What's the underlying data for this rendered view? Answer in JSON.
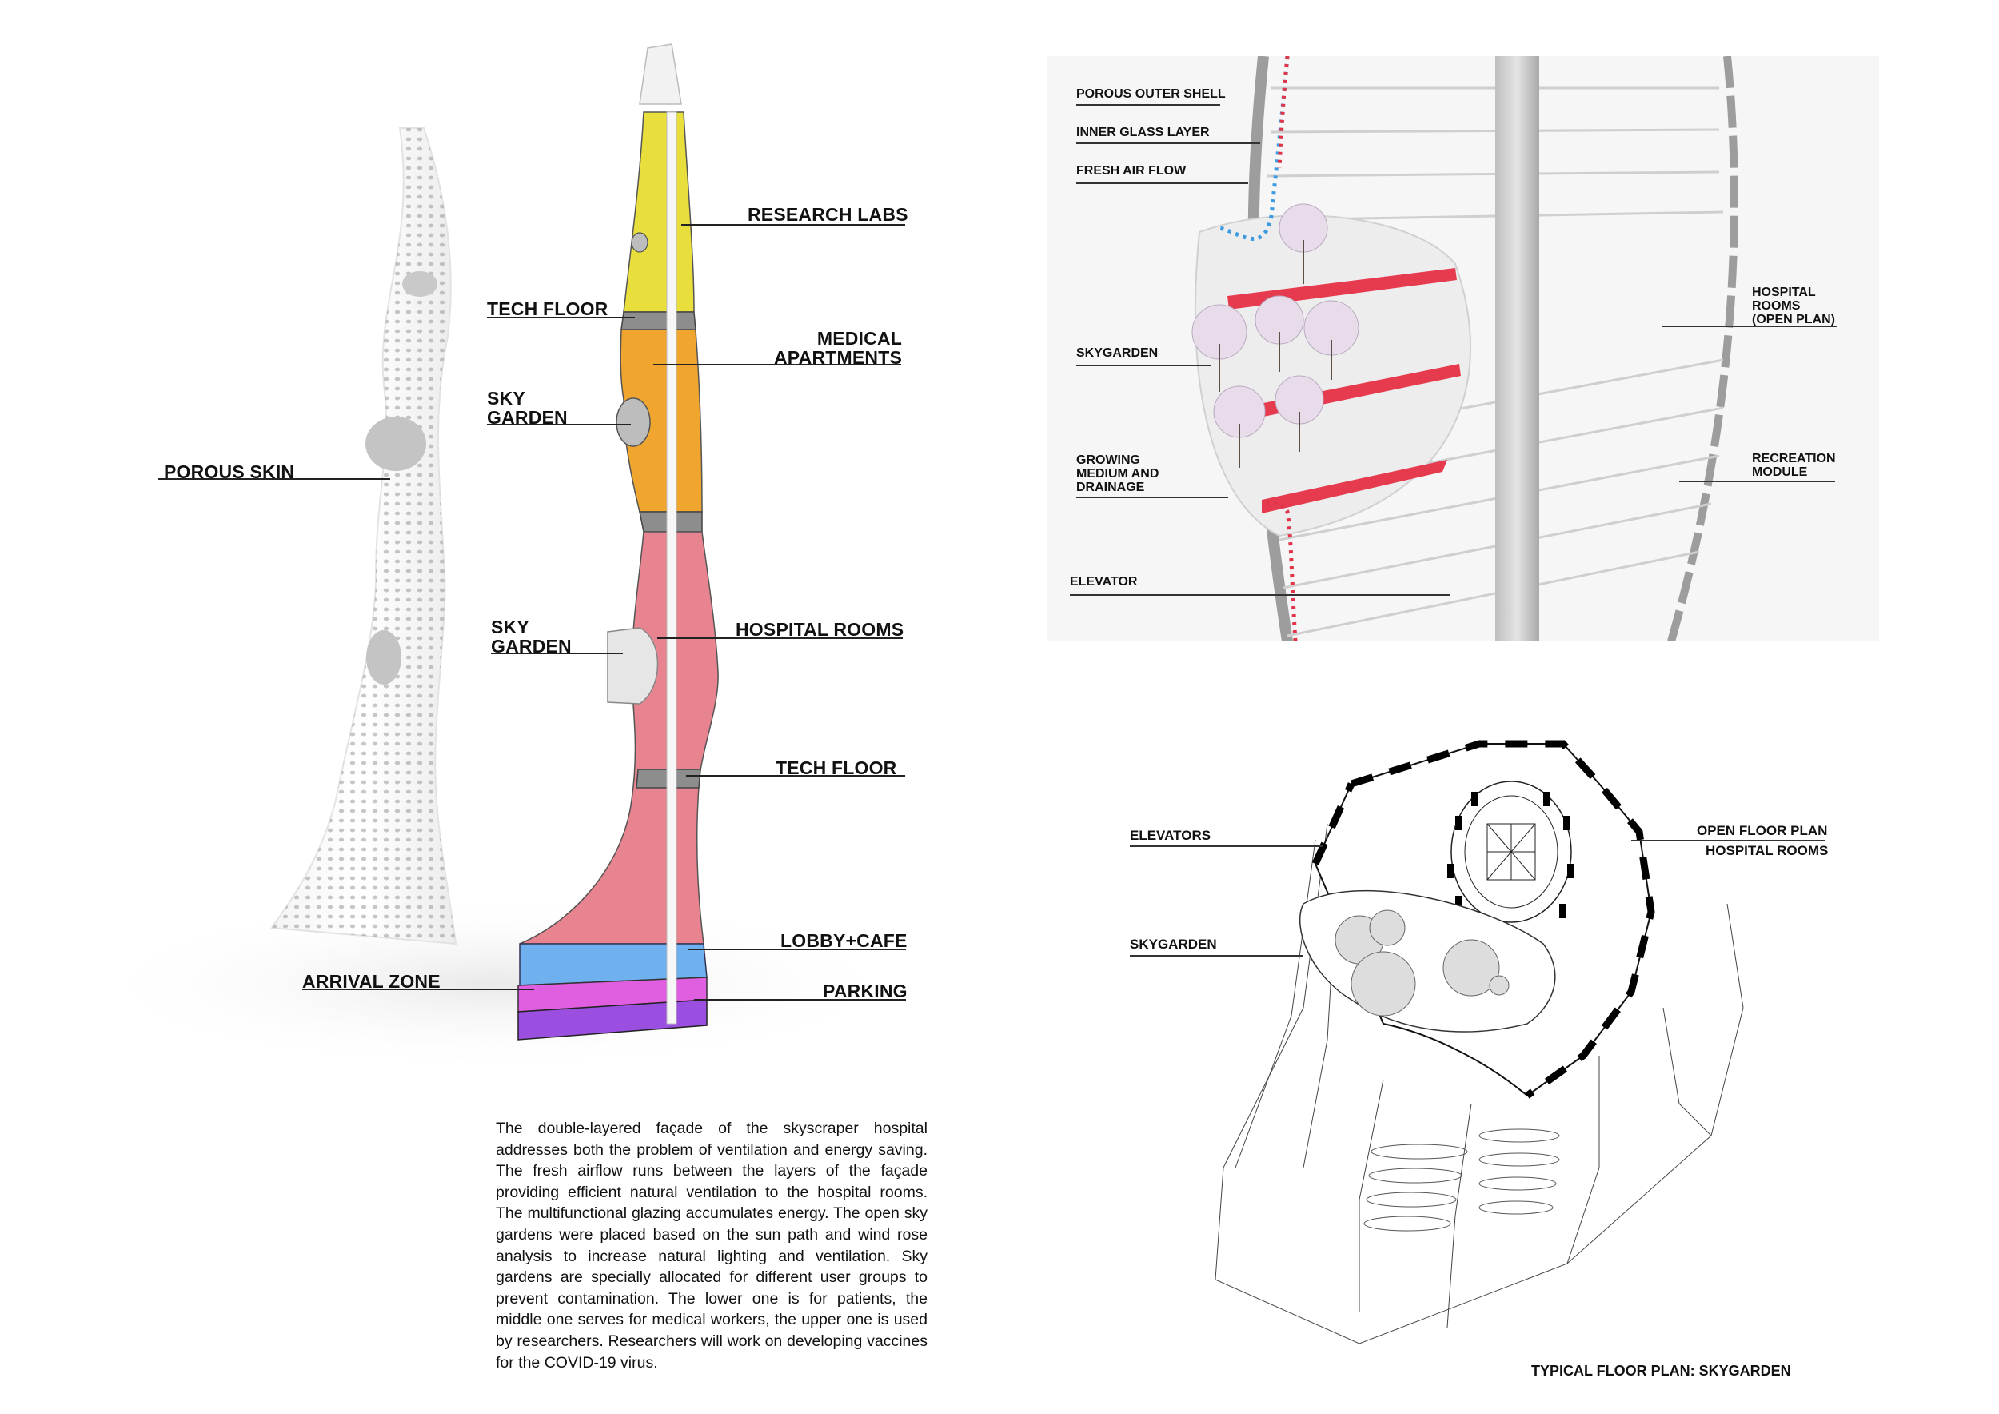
{
  "tower_diagram": {
    "left_labels": {
      "porous_skin": "POROUS SKIN",
      "tech_floor_upper": "TECH FLOOR",
      "sky_garden_upper": "SKY\nGARDEN",
      "sky_garden_lower": "SKY\nGARDEN",
      "arrival_zone": "ARRIVAL ZONE"
    },
    "right_labels": {
      "research_labs": "RESEARCH LABS",
      "medical_apartments": "MEDICAL\nAPARTMENTS",
      "hospital_rooms": "HOSPITAL ROOMS",
      "tech_floor_lower": "TECH FLOOR",
      "lobby_cafe": "LOBBY+CAFE",
      "parking": "PARKING"
    },
    "zone_colors": {
      "research_labs": "#e8df3c",
      "tech_floor": "#8d8d8d",
      "medical_apartments": "#f0a52e",
      "hospital_rooms": "#e7848f",
      "lobby_cafe": "#6fb0ee",
      "arrival_zone": "#e05ee0",
      "parking": "#9a4fe0"
    }
  },
  "section_diagram": {
    "labels": {
      "porous_outer_shell": "POROUS OUTER SHELL",
      "inner_glass_layer": "INNER GLASS LAYER",
      "fresh_air_flow": "FRESH AIR FLOW",
      "skygarden": "SKYGARDEN",
      "growing_medium": "GROWING\nMEDIUM AND\nDRAINAGE",
      "elevator": "ELEVATOR",
      "hospital_rooms_open_plan": "HOSPITAL\nROOMS\n(OPEN PLAN)",
      "recreation_module": "RECREATION\nMODULE"
    },
    "colors": {
      "growing_medium": "#e63a4f",
      "air_flow_cool": "#3c9be0",
      "air_flow_warm": "#e0344a"
    }
  },
  "floor_plan": {
    "labels": {
      "elevators": "ELEVATORS",
      "open_floor_plan": "OPEN FLOOR PLAN",
      "hospital_rooms": "HOSPITAL ROOMS",
      "skygarden": "SKYGARDEN"
    },
    "title": "TYPICAL FLOOR PLAN: SKYGARDEN"
  },
  "description": "The double-layered façade of the skyscraper hospital addresses both the problem of ventilation and energy saving. The fresh airflow runs between the layers of the façade providing efficient natural ventilation to the hospital rooms. The multifunctional glazing accumulates energy. The open sky gardens were placed based on the sun path and wind rose analysis to increase natural lighting and ventilation. Sky gardens are specially allocated for different user groups to prevent contamination. The lower one is for patients, the middle one serves for medical workers, the upper one is used by researchers. Researchers will work on developing vaccines for the COVID-19 virus."
}
